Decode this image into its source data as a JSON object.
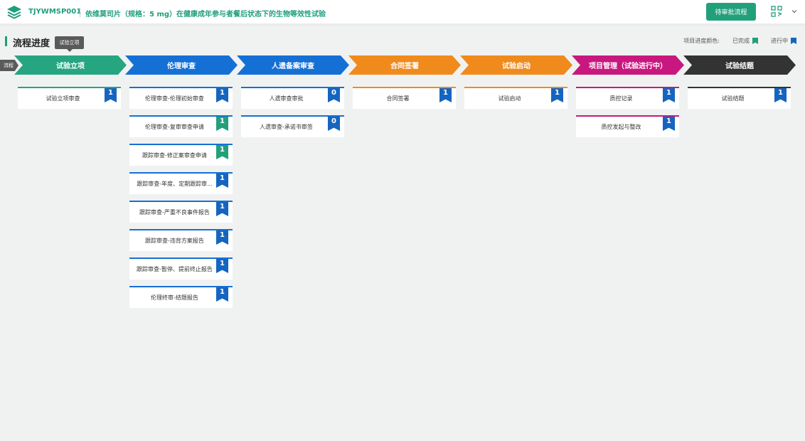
{
  "header": {
    "project_code": "TJYWMSP001",
    "project_title": "依维莫司片（规格：5 mg）在健康成年参与者餐后状态下的生物等效性试验",
    "pending_button": "待审批流程"
  },
  "panel": {
    "title": "流程进度",
    "tooltip": "试验立项",
    "legend_label": "项目进度颜色:",
    "legend_done": "已完成",
    "legend_doing": "进行中",
    "flow_tag": "流程"
  },
  "colors": {
    "brand": "#1f9e7c",
    "done": "#22a07c",
    "in_progress": "#1565c0",
    "stage_green": "#26a581",
    "stage_blue": "#1570d6",
    "stage_orange": "#f08a1c",
    "stage_magenta": "#c8187f",
    "stage_dark": "#333333"
  },
  "stages": [
    {
      "label": "试验立项",
      "color": "#26a581"
    },
    {
      "label": "伦理审查",
      "color": "#1570d6"
    },
    {
      "label": "人遗备案审查",
      "color": "#1570d6"
    },
    {
      "label": "合同签署",
      "color": "#f08a1c"
    },
    {
      "label": "试验启动",
      "color": "#f08a1c"
    },
    {
      "label": "项目管理（试验进行中）",
      "color": "#c8187f"
    },
    {
      "label": "试验结题",
      "color": "#333333"
    }
  ],
  "columns": [
    [
      {
        "label": "试验立项审查",
        "count": "1",
        "status": "in_progress"
      }
    ],
    [
      {
        "label": "伦理审查-伦理初始审查",
        "count": "1",
        "status": "in_progress"
      },
      {
        "label": "伦理审查-复审审查申请",
        "count": "1",
        "status": "done"
      },
      {
        "label": "跟踪审查-修正案审查申请",
        "count": "1",
        "status": "done"
      },
      {
        "label": "跟踪审查-年度、定期跟踪审...",
        "count": "1",
        "status": "in_progress"
      },
      {
        "label": "跟踪审查-严重不良事件报告",
        "count": "1",
        "status": "in_progress"
      },
      {
        "label": "跟踪审查-违背方案报告",
        "count": "1",
        "status": "in_progress"
      },
      {
        "label": "跟踪审查-暂停、提前终止报告",
        "count": "1",
        "status": "in_progress"
      },
      {
        "label": "伦理终审-结题报告",
        "count": "1",
        "status": "in_progress"
      }
    ],
    [
      {
        "label": "人遗审查审批",
        "count": "0",
        "status": "in_progress"
      },
      {
        "label": "人遗审查-承诺书审签",
        "count": "0",
        "status": "in_progress"
      }
    ],
    [
      {
        "label": "合同签署",
        "count": "1",
        "status": "in_progress"
      }
    ],
    [
      {
        "label": "试验启动",
        "count": "1",
        "status": "in_progress"
      }
    ],
    [
      {
        "label": "质控记录",
        "count": "1",
        "status": "in_progress"
      },
      {
        "label": "质控发起与整改",
        "count": "1",
        "status": "in_progress"
      }
    ],
    [
      {
        "label": "试验结题",
        "count": "1",
        "status": "in_progress"
      }
    ]
  ]
}
